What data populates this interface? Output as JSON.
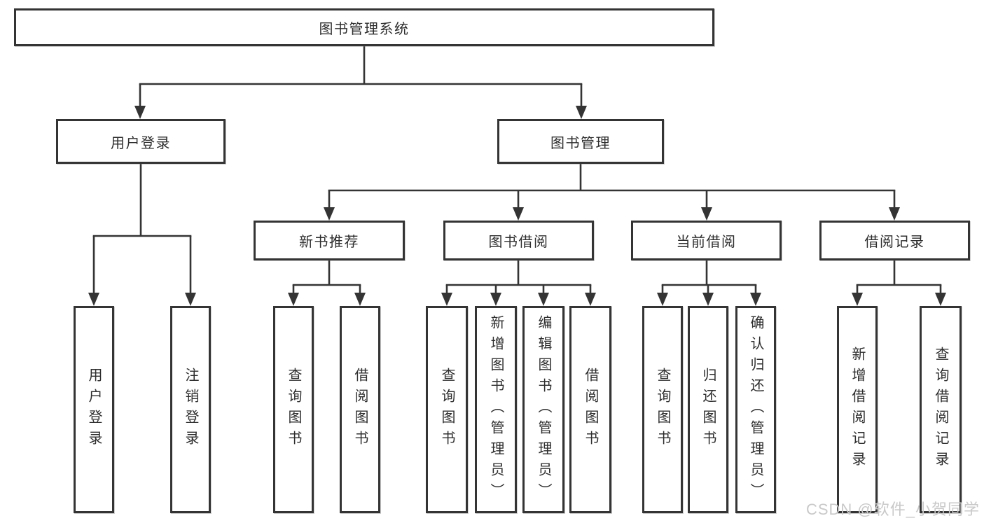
{
  "diagram": {
    "root": {
      "label": "图书管理系统"
    },
    "branches": [
      {
        "label": "用户登录",
        "children": [
          "用户登录",
          "注销登录"
        ]
      },
      {
        "label": "图书管理",
        "children": [
          {
            "label": "新书推荐",
            "children": [
              "查询图书",
              "借阅图书"
            ]
          },
          {
            "label": "图书借阅",
            "children": [
              "查询图书",
              "新增图书（管理员）",
              "编辑图书（管理员）",
              "借阅图书"
            ]
          },
          {
            "label": "当前借阅",
            "children": [
              "查询图书",
              "归还图书",
              "确认归还（管理员）"
            ]
          },
          {
            "label": "借阅记录",
            "children": [
              "新增借阅记录",
              "查询借阅记录"
            ]
          }
        ]
      }
    ]
  },
  "watermark": {
    "text": "CSDN @软件_小贺同学"
  },
  "colors": {
    "line": "#343434",
    "box_border": "#343434",
    "box_fill": "#ffffff",
    "text": "#2e2e2e",
    "watermark": "#c9c9c9",
    "background": "#ffffff"
  }
}
